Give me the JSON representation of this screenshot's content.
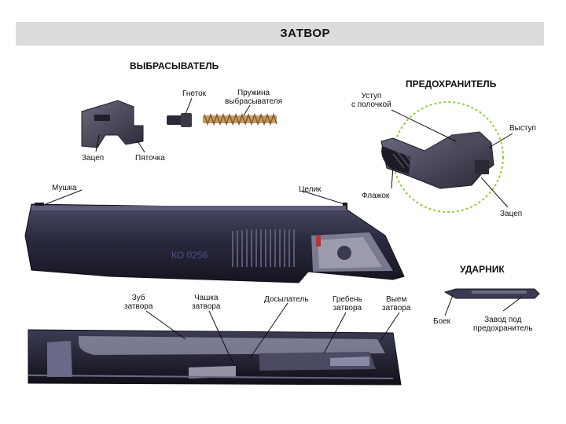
{
  "header": {
    "title": "ЗАТВОР"
  },
  "sections": {
    "ejector": "ВЫБРАСЫВАТЕЛЬ",
    "safety": "ПРЕДОХРАНИТЕЛЬ",
    "striker": "УДАРНИК"
  },
  "labels": {
    "gnetok": "Гнеток",
    "spring_line1": "Пружина",
    "spring_line2": "выбрасывателя",
    "zatsep_left": "Зацеп",
    "pyatochka": "Пяточка",
    "ustup_line1": "Уступ",
    "ustup_line2": "с полочкой",
    "vystup": "Выступ",
    "flazhok": "Флажок",
    "zatsep_right": "Зацеп",
    "mushka": "Мушка",
    "tselik": "Целик",
    "zub_line1": "Зуб",
    "zub_line2": "затвора",
    "chashka_line1": "Чашка",
    "chashka_line2": "затвора",
    "dosylatel": "Досылатель",
    "greben_line1": "Гребень",
    "greben_line2": "затвора",
    "vyem_line1": "Выем",
    "vyem_line2": "затвора",
    "boek": "Боек",
    "zavod_line1": "Завод под",
    "zavod_line2": "предохранитель",
    "slide_marking": "КО 0256"
  }
}
